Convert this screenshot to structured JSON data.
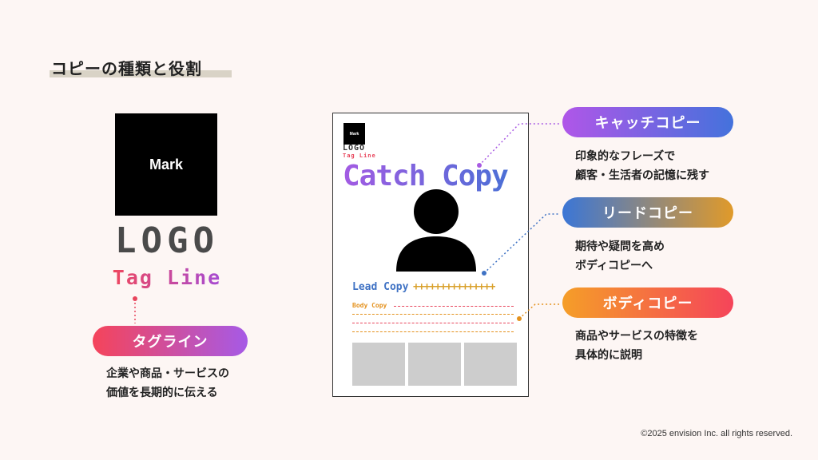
{
  "title": "コピーの種類と役割",
  "logo_block": {
    "mark": "Mark",
    "logo": "LOGO",
    "tagline": "Tag Line"
  },
  "poster": {
    "mark": "Mark",
    "logo": "LOGO",
    "tagline": "Tag Line",
    "catch_copy": "Catch Copy",
    "lead_copy": "Lead Copy",
    "lead_plus": "+++++++++++++++",
    "body_copy": "Body Copy"
  },
  "labels": {
    "tagline": {
      "pill": "タグライン",
      "desc_line1": "企業や商品・サービスの",
      "desc_line2": "価値を長期的に伝える"
    },
    "catch": {
      "pill": "キャッチコピー",
      "desc_line1": "印象的なフレーズで",
      "desc_line2": "顧客・生活者の記憶に残す"
    },
    "lead": {
      "pill": "リードコピー",
      "desc_line1": "期待や疑問を高め",
      "desc_line2": "ボディコピーへ"
    },
    "body": {
      "pill": "ボディコピー",
      "desc_line1": "商品やサービスの特徴を",
      "desc_line2": "具体的に説明"
    }
  },
  "colors": {
    "catch": "#a95be3",
    "lead": "#3f72c4",
    "body": "#e4911c",
    "tagline": "#e8455c",
    "dashed_line": "#e8455c"
  },
  "icons": {
    "poster_figure": "person-icon"
  },
  "copyright": "©2025 envision Inc. all rights reserved."
}
